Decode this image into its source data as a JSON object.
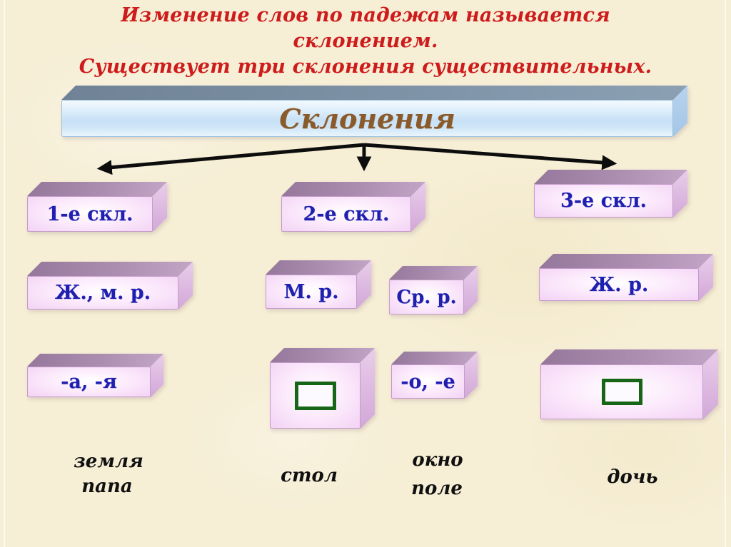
{
  "title": {
    "lines": [
      "Изменение слов по падежам называется",
      "склонением.",
      "Существует три склонения существительных."
    ]
  },
  "banner": {
    "label": "Склонения"
  },
  "columns": [
    {
      "declension": "1-е скл.",
      "genders": [
        "Ж., м. р."
      ],
      "endings": [
        "-а, -я"
      ],
      "examples": [
        "земля",
        "папа"
      ]
    },
    {
      "declension": "2-е скл.",
      "genders": [
        "М. р.",
        "Ср. р."
      ],
      "endings": [
        "zero-ending",
        "-о, -е"
      ],
      "examples": [
        "стол",
        "окно",
        "поле"
      ]
    },
    {
      "declension": "3-е скл.",
      "genders": [
        "Ж. р."
      ],
      "endings": [
        "zero-ending"
      ],
      "examples": [
        "дочь"
      ]
    }
  ],
  "colors": {
    "background_cream": "#f6eed5",
    "title_red": "#ce1b1b",
    "banner_front_blue": "#c8e1f6",
    "banner_top_slate": "#7f94a8",
    "banner_text_brown": "#8a5a2a",
    "box_front_pink": "#f8dff9",
    "box_top_mauve": "#ac8eb1",
    "label_blue": "#2020b0",
    "zero_ending_green": "#176617",
    "arrow_black": "#0d0d0d",
    "example_text_black": "#101010"
  }
}
